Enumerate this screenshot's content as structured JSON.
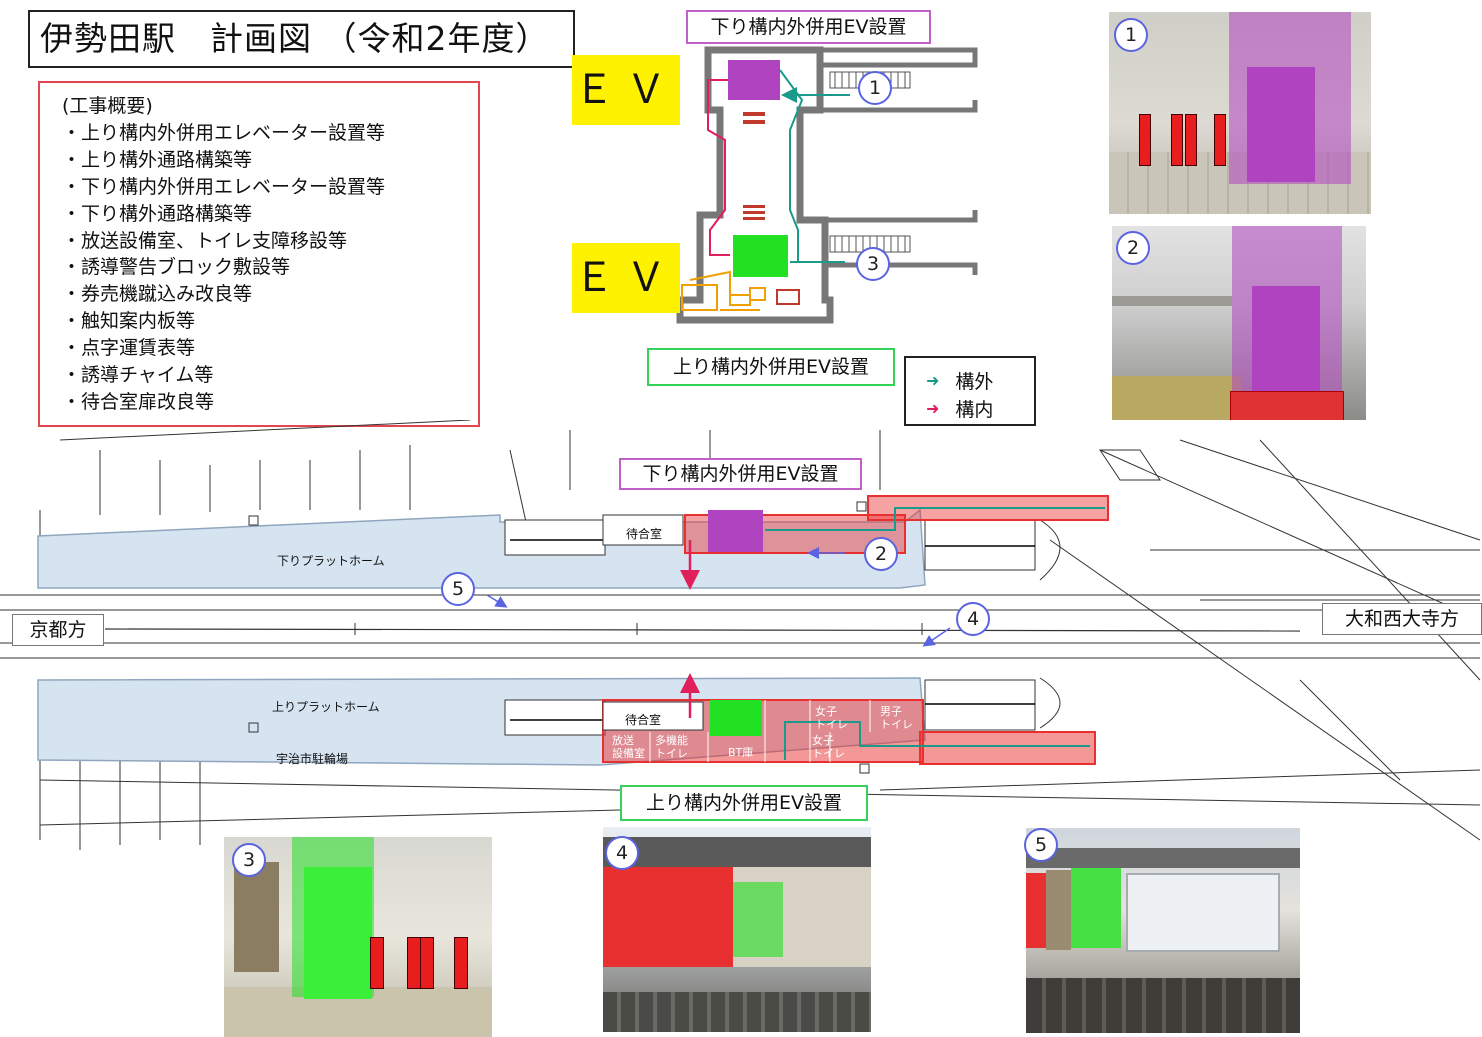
{
  "title": "伊勢田駅　計画図 （令和2年度）",
  "summary": {
    "heading": "(工事概要)",
    "items": [
      "・上り構内外併用エレベーター設置等",
      "・上り構外通路構築等",
      "・下り構内外併用エレベーター設置等",
      "・下り構外通路構築等",
      "・放送設備室、トイレ支障移設等",
      "・誘導警告ブロック敷設等",
      "・券売機蹴込み改良等",
      "・触知案内板等",
      "・点字運賃表等",
      "・誘導チャイム等",
      "・待合室扉改良等"
    ]
  },
  "ev_tags": [
    "ＥＶ",
    "ＥＶ"
  ],
  "labels": {
    "down_ev": "下り構内外併用EV設置",
    "up_ev": "上り構内外併用EV設置"
  },
  "legend": {
    "outside": "構外",
    "inside": "構内",
    "outside_color": "#1a9a8a",
    "inside_color": "#e0205a"
  },
  "map": {
    "down_platform": "下りプラットホーム",
    "up_platform": "上りプラットホーム",
    "waiting_room_down": "待合室",
    "waiting_room_up": "待合室",
    "bicycle_parking": "宇治市駐輪場",
    "kyoto": "京都方",
    "yamato": "大和西大寺方",
    "rooms": {
      "broadcast_1": "放送",
      "broadcast_2": "設備室",
      "multi_1": "多機能",
      "multi_2": "トイレ",
      "bt": "BT庫",
      "women_1": "女子",
      "women_2": "トイレ",
      "men_1": "男子",
      "men_2": "トイレ",
      "women_b": "女子",
      "toilet_b": "トイレ"
    }
  },
  "markers": [
    "1",
    "2",
    "3",
    "4",
    "5"
  ],
  "colors": {
    "ev_purple": "#b044c0",
    "ev_green": "#22e022",
    "construction_red": "#e83030",
    "platform_blue": "#d6e4f2",
    "tag_yellow": "#fff200"
  }
}
